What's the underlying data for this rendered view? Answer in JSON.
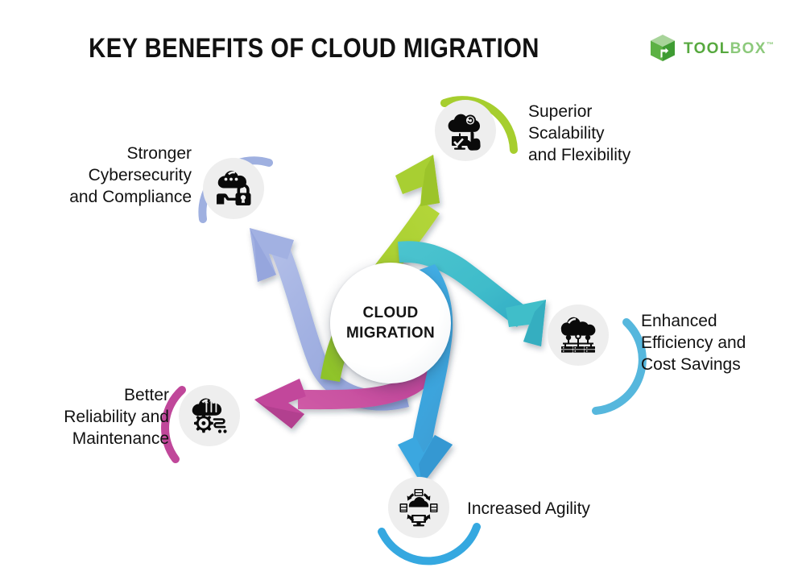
{
  "header": {
    "title": "KEY BENEFITS OF CLOUD MIGRATION",
    "logo": {
      "icon": "green-cube-icon",
      "text_primary": "TOOL",
      "text_secondary": "BOX",
      "trademark": "™",
      "color_primary": "#57a93f",
      "color_secondary": "#8cc97b"
    }
  },
  "hub": {
    "line1": "CLOUD",
    "line2": "MIGRATION"
  },
  "nodes": [
    {
      "id": "scalability",
      "label": "Superior\nScalability\nand Flexibility",
      "icon": "cloud-settings-monitor-hand-icon",
      "arc_color": "#a6ce2e",
      "arrow_color": "#a4cb2c"
    },
    {
      "id": "cybersecurity",
      "label": "Stronger\nCybersecurity\nand Compliance",
      "icon": "cloud-padlock-hand-icon",
      "arc_color": "#9fb0e0",
      "arrow_color": "#9aaade"
    },
    {
      "id": "efficiency",
      "label": "Enhanced\nEfficiency and\nCost Savings",
      "icon": "cloud-servers-network-icon",
      "arc_color": "#56b7dd",
      "arrow_color": "#40bfc9"
    },
    {
      "id": "reliability",
      "label": "Better\nReliability and\nMaintenance",
      "icon": "cloud-gear-sliders-icon",
      "arc_color": "#c0479a",
      "arrow_color": "#c2479b"
    },
    {
      "id": "agility",
      "label": "Increased Agility",
      "icon": "cloud-devices-cycle-icon",
      "arc_color": "#35a8e0",
      "arrow_color": "#3ba7e0"
    }
  ],
  "colors": {
    "background": "#ffffff",
    "icon_circle": "#eeeeee",
    "icon_glyph": "#0a0a0a",
    "text": "#121212"
  }
}
